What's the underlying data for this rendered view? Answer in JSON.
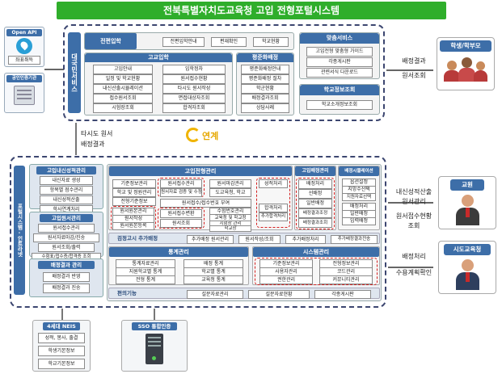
{
  "title": "전북특별자치도교육청 고입 전형포털시스템",
  "left_top": {
    "open_api": "Open API",
    "coord": "좌표취득",
    "cert": "공인인증기관"
  },
  "top_system": {
    "sidebar": "대국민서비스",
    "jeonpyeon": {
      "header": "전편입학",
      "items": [
        "전편입학안내",
        "편재확인",
        "학교현황"
      ]
    },
    "goip": {
      "header": "고교입학",
      "items": [
        "고입안내",
        "입학정차",
        "일정 및 학교현황",
        "원서접수현황",
        "내신산출시뮬레이션",
        "타시도 원서작성",
        "접수원서조회",
        "면접대상자조회",
        "시험장조회",
        "합격자조회"
      ]
    },
    "pyeongjun": {
      "header": "평준화배정",
      "items": [
        "평준화배정안내",
        "평준화배정 절차",
        "학군현황",
        "배정결과조회",
        "상담사례"
      ]
    },
    "matchum": {
      "header": "맞춤서비스",
      "items": [
        "고입전형 맞춤형 가이드",
        "각종게시판",
        "관련서식 다운로드"
      ]
    },
    "school_info": {
      "header": "학교정보조회",
      "items": [
        "학교소개정보조회"
      ]
    }
  },
  "right_top": {
    "label": "학생/학부모",
    "caption1": "배정결과",
    "caption2": "원서조회"
  },
  "middle": {
    "caption1": "타시도 원서",
    "caption2": "배정결과",
    "yeongye": "연계"
  },
  "bottom_system": {
    "sidebar": "포털시스템 - 인트라넷",
    "nesin": {
      "header": "고입내신성적관리",
      "items": [
        "내신자료 생성",
        "항목별 점수관리",
        "내신성적산출",
        "학사연계처리"
      ]
    },
    "wonseo": {
      "header": "고입원서관리",
      "items": [
        "원서접수관리",
        "원서자료마감/진송",
        "원서조회/출력",
        "수험표/접수증/합격증 조회"
      ]
    },
    "baejeong_result": {
      "header": "배정결과 관리",
      "items": [
        "배정결과 반영",
        "배정결과 진송"
      ]
    },
    "goip_jeonhyeong": {
      "header": "고입전형관리",
      "col1": [
        "기준정보관리",
        "학교 및 정원관리",
        "전형기준정보"
      ],
      "col2": [
        "원서접수관리",
        "원서자료 검증 및 수정"
      ],
      "col3": [
        "원서마감관리",
        "도교육청, 학교"
      ],
      "col4": [
        "성적처리"
      ],
      "wide": "원서접수/접수번호 부여",
      "col_a": [
        "원서원본관리",
        "원서작성",
        "원서원본등록"
      ],
      "col_b": [
        "원서접수변환"
      ],
      "col_b2": [
        "원서조회"
      ],
      "col_c": [
        "수험번호관리",
        "교육청 및 학교청"
      ],
      "col_c2": [
        "시험장 관리",
        "학교장"
      ],
      "col_d": [
        "합격처리",
        "추가합격처리"
      ]
    },
    "goip_baejeong": {
      "header": "고입배정관리",
      "items": [
        "배정처리",
        "선배정",
        "일반배정",
        "배정결과조정",
        "배정결과조회"
      ]
    },
    "simulation": {
      "header": "배정시뮬레이션",
      "items": [
        "옵션설정",
        "지망수선택",
        "지원자료선택",
        "배정처리",
        "일반배정",
        "입력배정"
      ]
    },
    "exam_row": {
      "label": "검정고시 추가배정",
      "items": [
        "추가배정 원서관리",
        "원서작성/조회",
        "추가배정처리",
        "추가배정결과전송"
      ]
    },
    "stats": {
      "header": "통계관리",
      "items": [
        "통계자료관리",
        "배정 통계",
        "지원학교별 통계",
        "학교별 통계",
        "전형 통계",
        "교육청 통계"
      ]
    },
    "system": {
      "header": "시스템관리",
      "items": [
        "기준정보관리",
        "전형정보관리",
        "사용자관리",
        "코드관리",
        "권한관리",
        "커뮤니티관리"
      ]
    },
    "convenience": {
      "label": "편의기능",
      "items": [
        "설문자료관리",
        "설문자료현황",
        "각종게시판"
      ]
    }
  },
  "right_bottom": {
    "teacher": "교원",
    "cap1": "내신성적산출",
    "cap2": "원서관리",
    "cap3": "원서접수현황",
    "cap4": "조회",
    "office": "시도교육청",
    "cap5": "배정처리",
    "cap6": "수용계획확인"
  },
  "bottom_left": {
    "neis": "4세대 NEIS",
    "items": [
      "성적, 봉사, 출결",
      "학생기본정보",
      "학교기본정보"
    ],
    "sso": "SSO 통합인증"
  }
}
